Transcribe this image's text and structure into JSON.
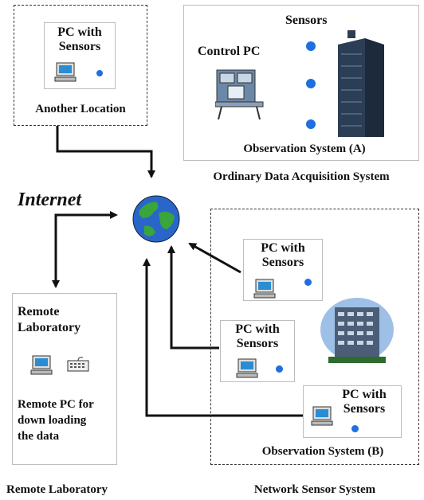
{
  "internet_label": "Internet",
  "another_location": {
    "pc_label": "PC with\nSensors",
    "caption": "Another Location"
  },
  "observation_a": {
    "sensors_label": "Sensors",
    "control_pc_label": "Control PC",
    "caption": "Observation System (A)",
    "group_caption": "Ordinary Data Acquisition System"
  },
  "remote_lab": {
    "title": "Remote\nLaboratory",
    "pc_desc": "Remote PC for\ndown loading\nthe data",
    "caption": "Remote Laboratory"
  },
  "observation_b": {
    "pc1_label": "PC with\nSensors",
    "pc2_label": "PC with\nSensors",
    "pc3_label": "PC with\nSensors",
    "caption": "Observation System (B)",
    "group_caption": "Network Sensor System"
  },
  "colors": {
    "sensor_dot": "#1f6fe0",
    "globe_land": "#3aa53a",
    "globe_water": "#2a66c9",
    "building": "#2c3e55"
  }
}
